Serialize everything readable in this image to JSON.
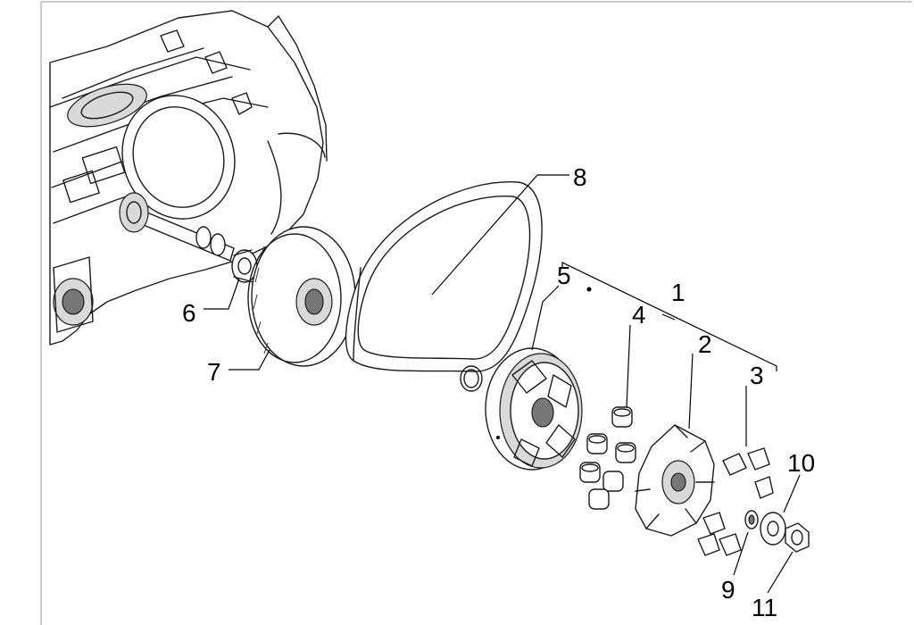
{
  "diagram": {
    "callouts": [
      {
        "id": "1",
        "text": "1"
      },
      {
        "id": "2",
        "text": "2"
      },
      {
        "id": "3",
        "text": "3"
      },
      {
        "id": "4",
        "text": "4"
      },
      {
        "id": "5",
        "text": "5"
      },
      {
        "id": "6",
        "text": "6"
      },
      {
        "id": "7",
        "text": "7"
      },
      {
        "id": "8",
        "text": "8"
      },
      {
        "id": "9",
        "text": "9"
      },
      {
        "id": "10",
        "text": "10"
      },
      {
        "id": "11",
        "text": "11"
      }
    ],
    "parts": [
      {
        "id": "crankcase",
        "icon": "engine-crankcase-drawing"
      },
      {
        "id": "1",
        "icon": "driving-pulley-assembly-bracket"
      },
      {
        "id": "2",
        "icon": "roller-ramp-plate-drawing"
      },
      {
        "id": "3",
        "icon": "slider-pads-drawing"
      },
      {
        "id": "4",
        "icon": "variator-rollers-drawing"
      },
      {
        "id": "5",
        "icon": "movable-pulley-half-drawing"
      },
      {
        "id": "6",
        "icon": "spacer-bushing-drawing"
      },
      {
        "id": "7",
        "icon": "fixed-pulley-half-drawing"
      },
      {
        "id": "8",
        "icon": "drive-belt-drawing"
      },
      {
        "id": "9",
        "icon": "washer-drawing"
      },
      {
        "id": "10",
        "icon": "belleville-washer-drawing"
      },
      {
        "id": "11",
        "icon": "nut-drawing"
      }
    ]
  }
}
